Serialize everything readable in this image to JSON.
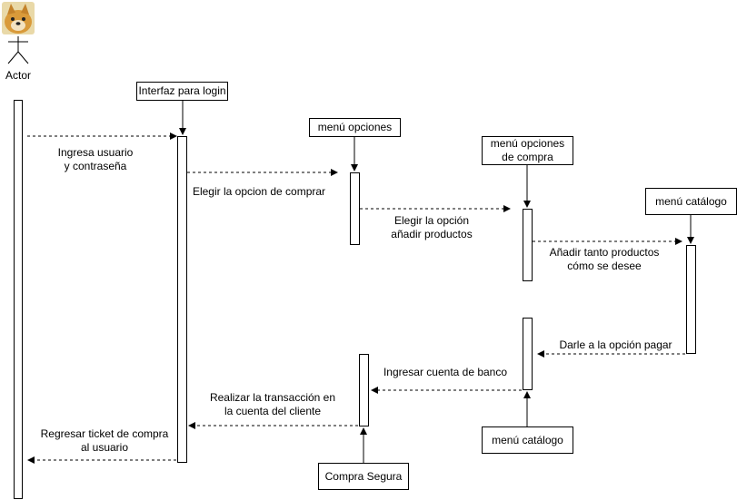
{
  "actor": {
    "label": "Actor",
    "icon": "dog-avatar-icon"
  },
  "participants": {
    "login": "Interfaz para login",
    "opciones": "menú opciones",
    "opciones_compra": "menú opciones\nde compra",
    "catalogo_top": "menú catálogo",
    "catalogo_bottom": "menú catálogo",
    "compra_segura": "Compra Segura"
  },
  "messages": {
    "m1": "Ingresa usuario\ny contraseña",
    "m2": "Elegir la opcion de comprar",
    "m3": "Elegir la opción\nañadir productos",
    "m4": "Añadir tanto productos\ncómo se desee",
    "m5": "Darle a la opción pagar",
    "m6": "Ingresar cuenta de banco",
    "m7": "Realizar la transacción en\nla cuenta del cliente",
    "m8": "Regresar ticket de compra\nal usuario"
  }
}
